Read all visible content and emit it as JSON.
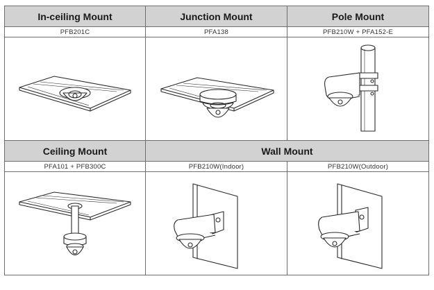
{
  "table": {
    "row1": {
      "headers": [
        "In-ceiling Mount",
        "Junction Mount",
        "Pole Mount"
      ],
      "models": [
        "PFB201C",
        "PFA138",
        "PFB210W + PFA152-E"
      ]
    },
    "row2": {
      "headers": [
        "Ceiling Mount",
        "Wall Mount"
      ],
      "models": [
        "PFA101 + PFB300C",
        "PFB210W(Indoor)",
        "PFB210W(Outdoor)"
      ]
    }
  },
  "illustrations": {
    "in_ceiling": "in-ceiling-mount-illustration",
    "junction": "junction-mount-illustration",
    "pole": "pole-mount-illustration",
    "ceiling": "ceiling-mount-illustration",
    "wall_indoor": "wall-mount-indoor-illustration",
    "wall_outdoor": "wall-mount-outdoor-illustration"
  },
  "colors": {
    "header_bg": "#d2d2d2",
    "border": "#6e6e6e",
    "line": "#2a2a2a"
  }
}
